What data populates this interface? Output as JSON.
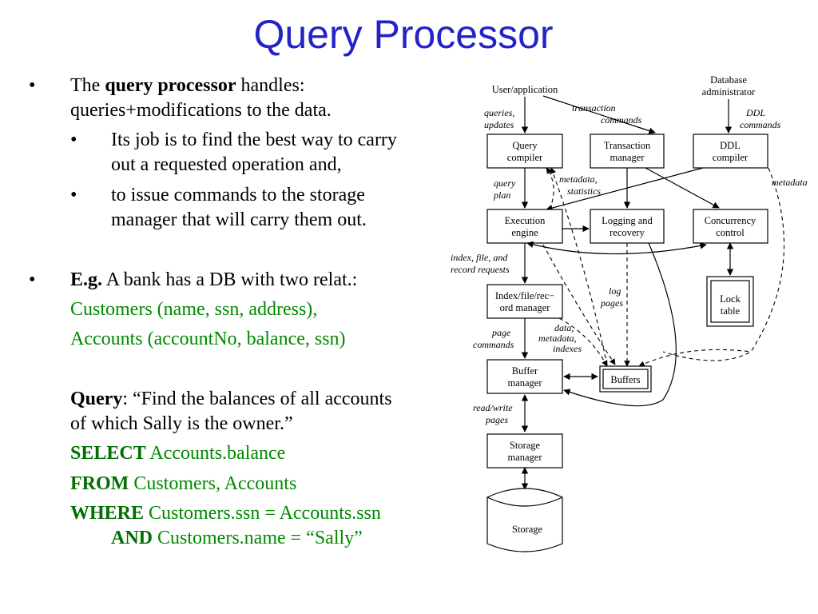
{
  "title": "Query Processor",
  "text": {
    "b1_pre": "The ",
    "b1_bold": "query processor",
    "b1_post": " handles:",
    "b1_line2": "queries+modifications to the data.",
    "b2_line1": "Its job is to find the best way to carry",
    "b2_line2": "out a requested operation and,",
    "b3_line1": "to issue commands to the storage",
    "b3_line2": "manager that will carry them out.",
    "eg_bold": "E.g.",
    "eg_text": " A bank has a DB with two relat.:",
    "customers": "Customers (name, ssn, address),",
    "accounts": "Accounts (accountNo, balance, ssn)",
    "query_bold": "Query",
    "query_text": ": “Find the balances of all accounts",
    "query_line2": "of which Sally is the owner.”",
    "select_kw": "SELECT",
    "select_rest": " Accounts.balance",
    "from_kw": "FROM",
    "from_rest": " Customers, Accounts",
    "where_kw": "WHERE",
    "where_rest": " Customers.ssn = Accounts.ssn",
    "and_kw": "AND",
    "and_rest": " Customers.name = “Sally”"
  },
  "diagram": {
    "user_app": "User/application",
    "db_admin_1": "Database",
    "db_admin_2": "administrator",
    "queries_updates_1": "queries,",
    "queries_updates_2": "updates",
    "transaction_commands_1": "transaction",
    "transaction_commands_2": "commands",
    "ddl_commands_1": "DDL",
    "ddl_commands_2": "commands",
    "query_compiler_1": "Query",
    "query_compiler_2": "compiler",
    "transaction_manager_1": "Transaction",
    "transaction_manager_2": "manager",
    "ddl_compiler_1": "DDL",
    "ddl_compiler_2": "compiler",
    "query_plan_1": "query",
    "query_plan_2": "plan",
    "metadata_statistics_1": "metadata,",
    "metadata_statistics_2": "statistics",
    "metadata": "metadata",
    "execution_engine_1": "Execution",
    "execution_engine_2": "engine",
    "logging_recovery_1": "Logging and",
    "logging_recovery_2": "recovery",
    "concurrency_control_1": "Concurrency",
    "concurrency_control_2": "control",
    "index_requests_1": "index, file, and",
    "index_requests_2": "record requests",
    "index_manager_1": "Index/file/rec−",
    "index_manager_2": "ord manager",
    "log_pages_1": "log",
    "log_pages_2": "pages",
    "lock_table_1": "Lock",
    "lock_table_2": "table",
    "page_commands_1": "page",
    "page_commands_2": "commands",
    "data_meta_1": "data,",
    "data_meta_2": "metadata,",
    "data_meta_3": "indexes",
    "buffer_manager_1": "Buffer",
    "buffer_manager_2": "manager",
    "buffers": "Buffers",
    "read_write_1": "read/write",
    "read_write_2": "pages",
    "storage_manager_1": "Storage",
    "storage_manager_2": "manager",
    "storage": "Storage"
  }
}
